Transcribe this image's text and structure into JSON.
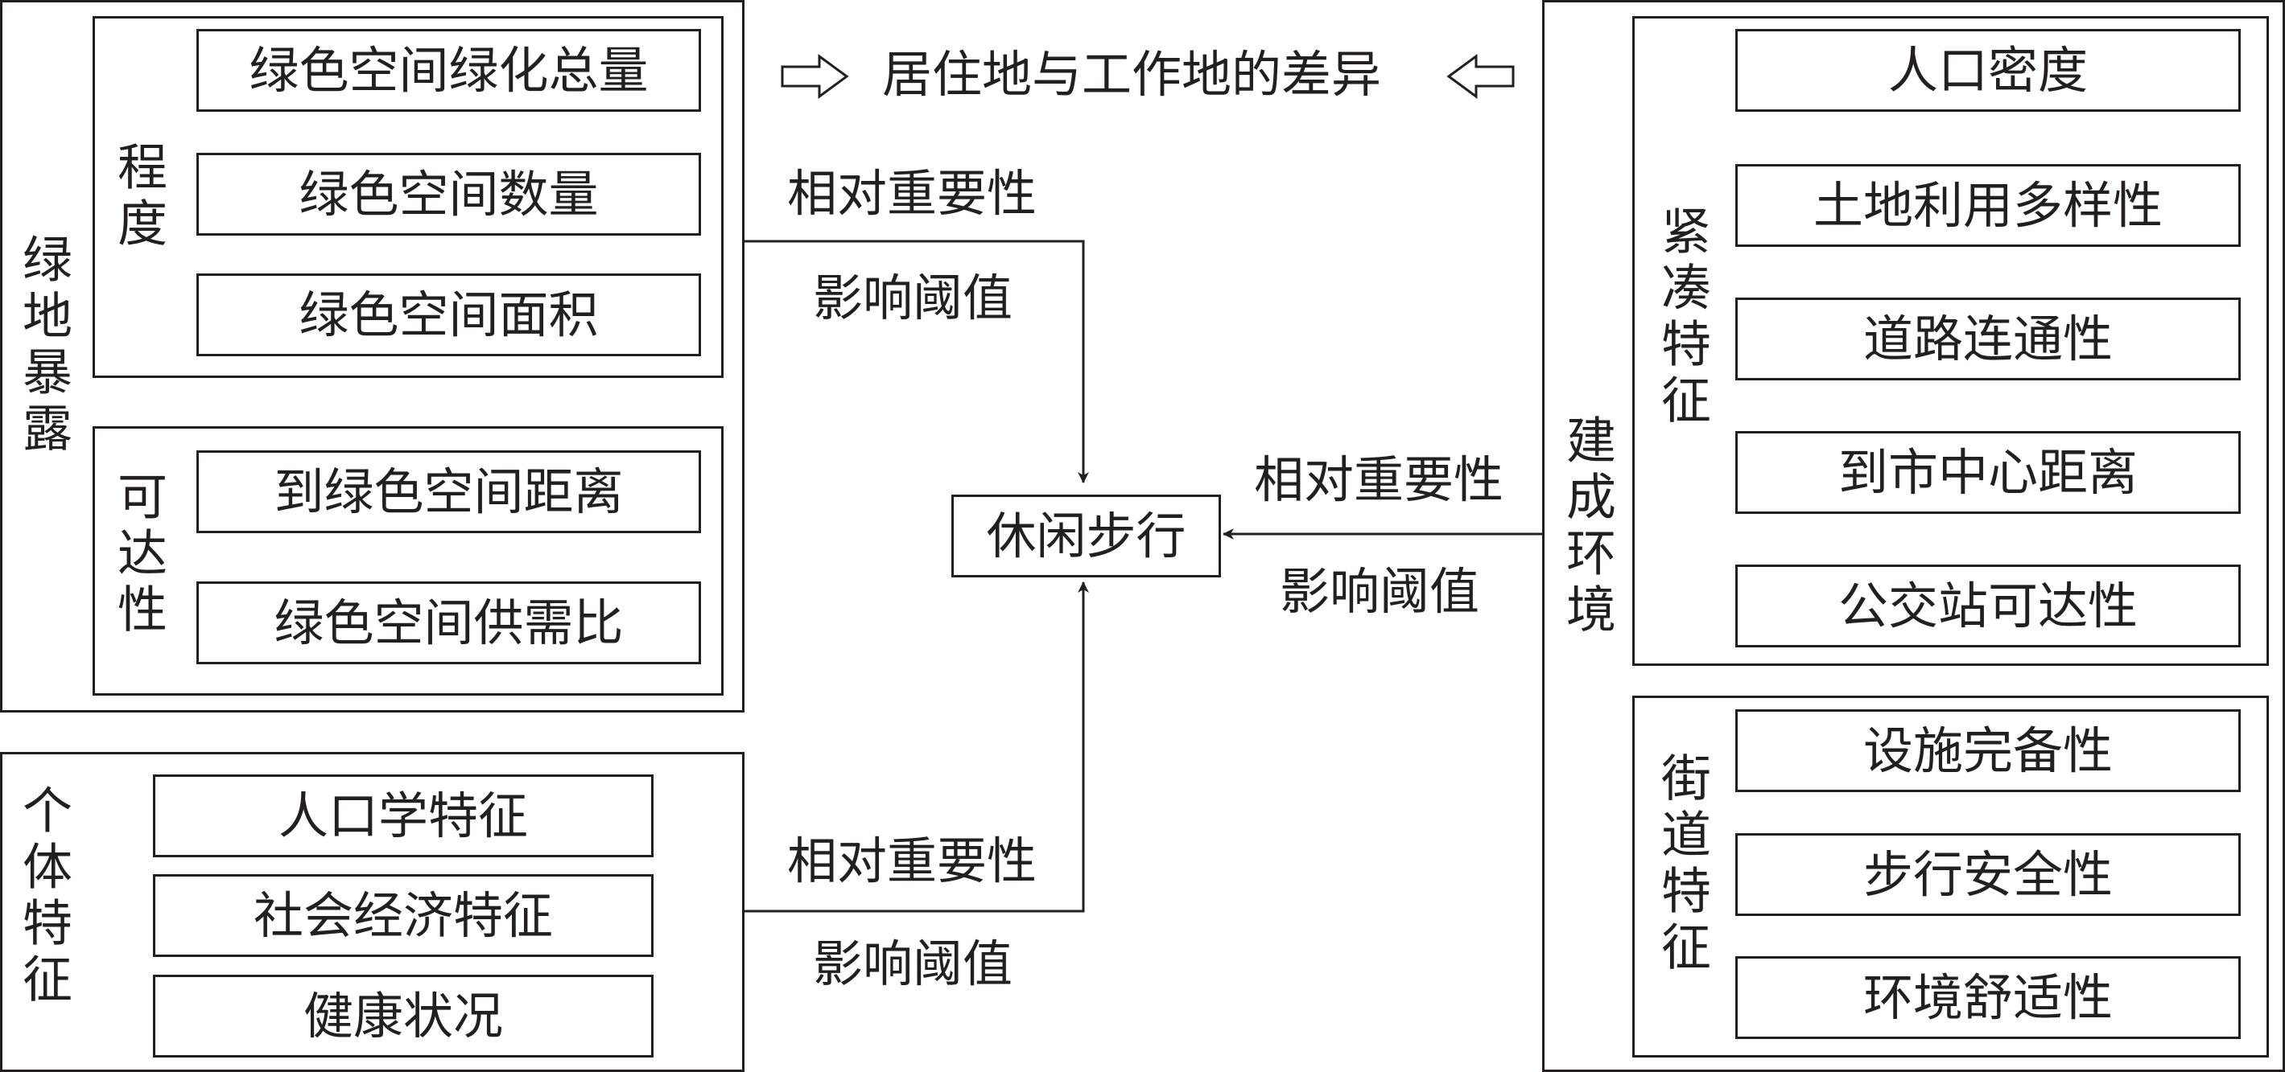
{
  "green_exposure": {
    "title": "绿地暴露",
    "degree": {
      "title": "程度",
      "items": [
        "绿色空间绿化总量",
        "绿色空间数量",
        "绿色空间面积"
      ]
    },
    "accessibility": {
      "title": "可达性",
      "items": [
        "到绿色空间距离",
        "绿色空间供需比"
      ]
    }
  },
  "individual": {
    "title": "个体特征",
    "items": [
      "人口学特征",
      "社会经济特征",
      "健康状况"
    ]
  },
  "built_environment": {
    "title": "建成环境",
    "compact": {
      "title": "紧凑特征",
      "items": [
        "人口密度",
        "土地利用多样性",
        "道路连通性",
        "到市中心距离",
        "公交站可达性"
      ]
    },
    "street": {
      "title": "街道特征",
      "items": [
        "设施完备性",
        "步行安全性",
        "环境舒适性"
      ]
    }
  },
  "center": {
    "label": "休闲步行"
  },
  "header": {
    "text": "居住地与工作地的差异"
  },
  "edge_labels": {
    "top_importance": "相对重要性",
    "top_threshold": "影响阈值",
    "right_importance": "相对重要性",
    "right_threshold": "影响阈值",
    "bottom_importance": "相对重要性",
    "bottom_threshold": "影响阈值"
  }
}
